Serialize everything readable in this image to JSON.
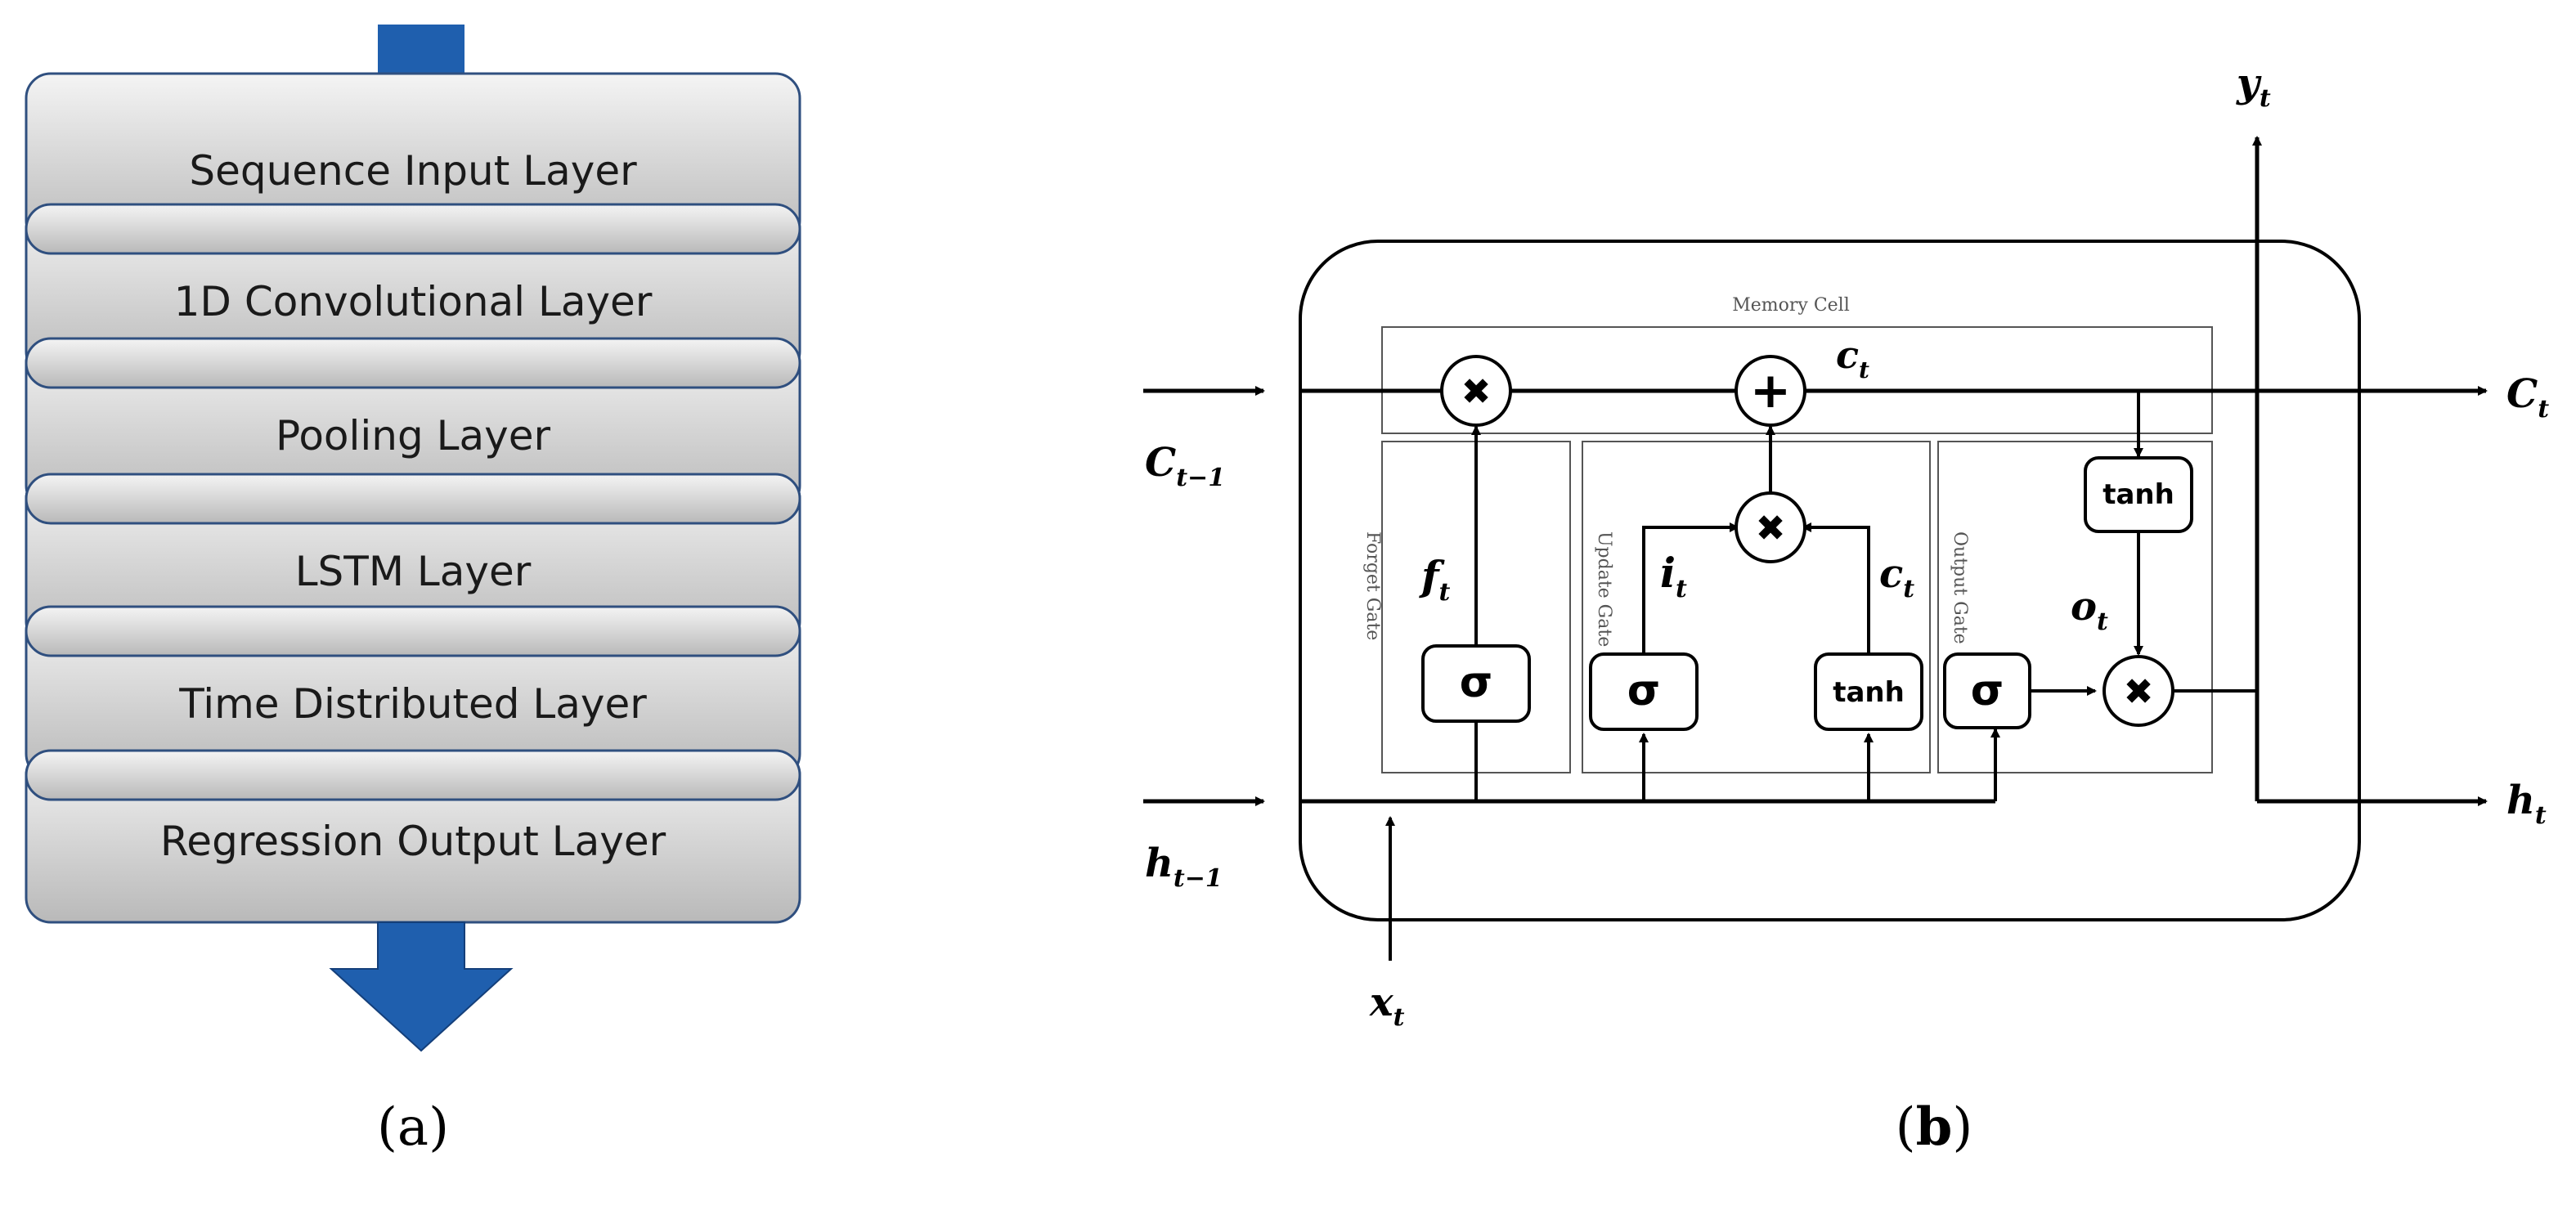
{
  "panel_a": {
    "caption_open": "(",
    "caption_letter": "a",
    "caption_close": ")",
    "layers": [
      "Sequence Input Layer",
      "1D Convolutional Layer",
      "Pooling Layer",
      "LSTM Layer",
      "Time Distributed Layer",
      "Regression Output Layer"
    ],
    "colors": {
      "arrow": "#1f5fae",
      "layer_fill_top": "#f4f4f4",
      "layer_fill_bottom": "#b9b9b9",
      "layer_stroke": "#2f4f7f"
    }
  },
  "panel_b": {
    "caption_open": "(",
    "caption_letter": "b",
    "caption_close": ")",
    "memory_cell_label": "Memory Cell",
    "forget_gate_label": "Forget Gate",
    "update_gate_label": "Update Gate",
    "output_gate_label": "Output Gate",
    "sigma": "σ",
    "tanh": "tanh",
    "times": "✖",
    "plus": "+",
    "vars": {
      "C_prev": {
        "base": "C",
        "sub": "t−1"
      },
      "C_next": {
        "base": "C",
        "sub": "t"
      },
      "h_prev": {
        "base": "h",
        "sub": "t−1"
      },
      "h_next": {
        "base": "h",
        "sub": "t"
      },
      "x": {
        "base": "x",
        "sub": "t"
      },
      "y": {
        "base": "y",
        "sub": "t"
      },
      "c_state": {
        "base": "c",
        "sub": "t"
      },
      "f": {
        "base": "f",
        "sub": "t"
      },
      "i": {
        "base": "i",
        "sub": "t"
      },
      "c_cand": {
        "base": "c",
        "sub": "t"
      },
      "o": {
        "base": "o",
        "sub": "t"
      }
    }
  }
}
